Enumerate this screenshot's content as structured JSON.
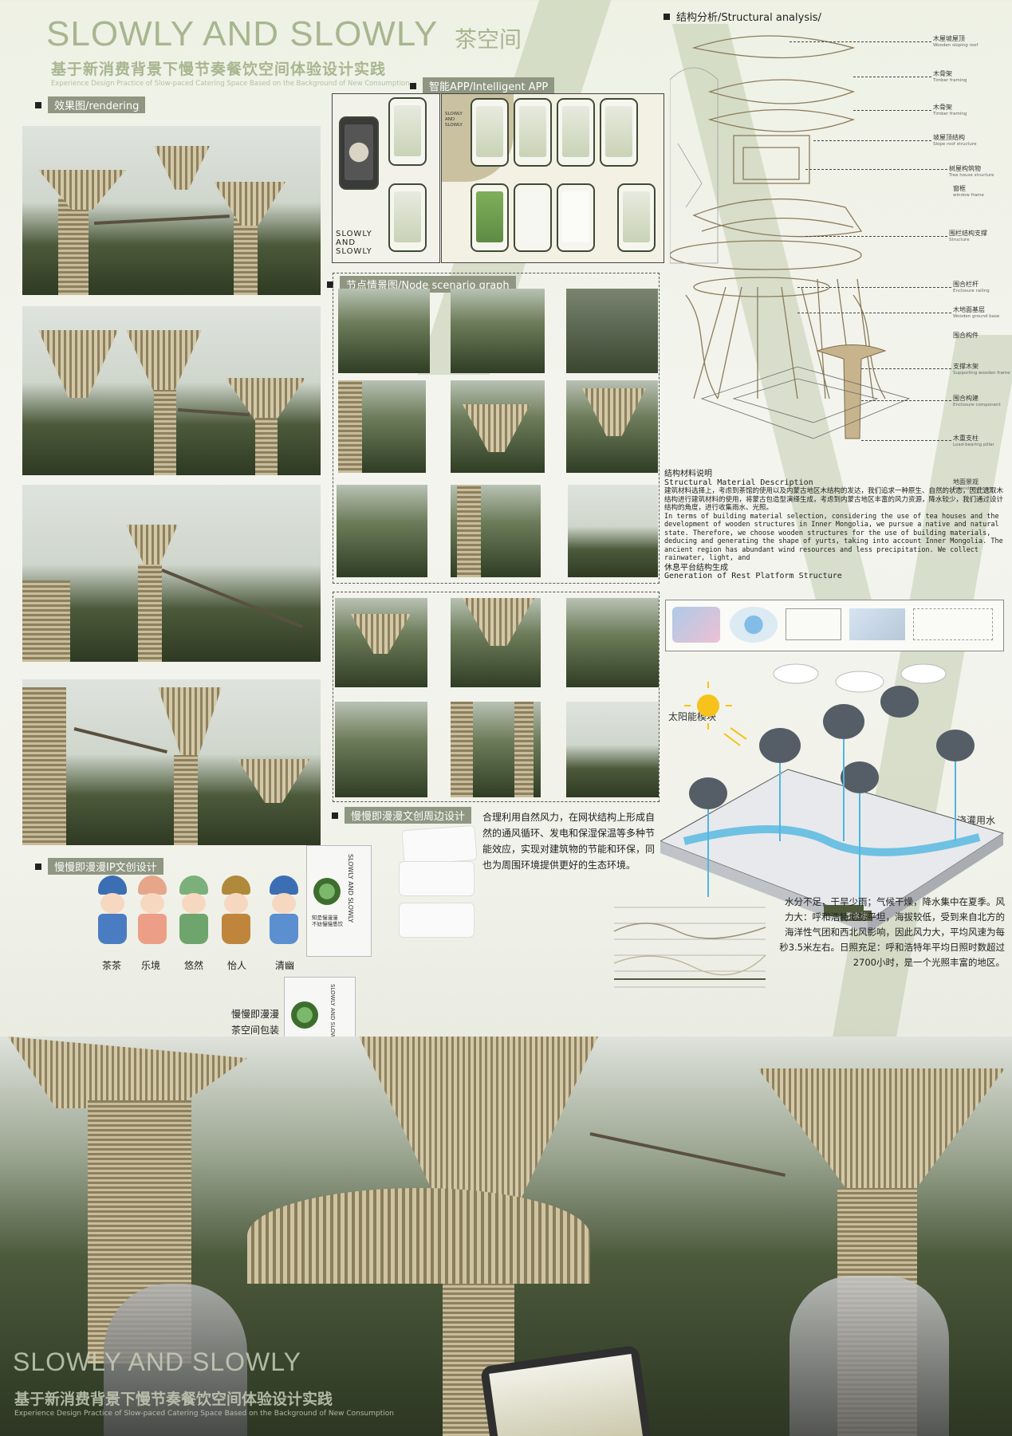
{
  "header": {
    "title_en": "SLOWLY AND SLOWLY",
    "title_cn": "茶空间",
    "subtitle_cn": "基于新消费背景下慢节奏餐饮空间体验设计实践",
    "subtitle_en": "Experience Design Practice of Slow-paced Catering Space Based on the Background of New Consumption"
  },
  "sections": {
    "rendering": "效果图/rendering",
    "app": "智能APP/Intelligent APP",
    "node": "节点情景图/Node scenario graph",
    "structure": "结构分析/Structural analysis/",
    "ip": "慢慢即漫漫IP文创设计",
    "peripheral": "慢慢即漫漫文创周边设计"
  },
  "app": {
    "phone_title_lines": [
      "SLOWLY",
      "AND",
      "SLOWLY"
    ],
    "mini_title": "SLOWLY AND SLOWLY"
  },
  "structure_labels": [
    {
      "cn": "木屋坡屋顶",
      "en": "Wooden sloping roof"
    },
    {
      "cn": "木骨架",
      "en": "Timber framing"
    },
    {
      "cn": "木骨架",
      "en": "Timber framing"
    },
    {
      "cn": "坡屋顶结构",
      "en": "Slope roof structure"
    },
    {
      "cn": "树屋构筑物",
      "en": "Tree house structure"
    },
    {
      "cn": "窗框",
      "en": "window frame"
    },
    {
      "cn": "围栏结构支撑",
      "en": "Structure"
    },
    {
      "cn": "围合栏杆",
      "en": "Enclosure railing"
    },
    {
      "cn": "木地面基层",
      "en": "Wooden ground base"
    },
    {
      "cn": "围合构件",
      "en": ""
    },
    {
      "cn": "支撑木架",
      "en": "Supporting wooden frame"
    },
    {
      "cn": "围合构建",
      "en": "Enclosure component"
    },
    {
      "cn": "木重支柱",
      "en": "Load-bearing pillar"
    },
    {
      "cn": "地面景观",
      "en": "Ground landscape"
    }
  ],
  "material": {
    "heading_cn": "结构材料说明",
    "heading_en": "Structural Material Description",
    "body_cn": "建筑材料选择上，考虑到茶馆的使用以及内蒙古地区木结构的发达，我们追求一种原生、自然的状态，因此选取木结构进行建筑材料的使用，将蒙古包造型演绎生成，考虑到内蒙古地区丰富的风力资源，降水较少，我们通过设计结构的角度，进行收集雨水、光照。",
    "body_en": "In terms of building material selection, considering the use of tea houses and the development of wooden structures in Inner Mongolia, we pursue a native and natural state. Therefore, we choose wooden structures for the use of building materials, deducing and generating the shape of yurts, taking into account Inner Mongolia. The ancient region has abundant wind resources and less precipitation. We collect rainwater, light, and",
    "gen_cn": "休息平台结构生成",
    "gen_en": "Generation of Rest Platform Structure"
  },
  "eco": {
    "solar_label": "太阳能模块",
    "water_label": "浇灌用水",
    "pool_label": "蓄水池",
    "wind_text": "合理利用自然风力，在网状结构上形成自然的通风循环、发电和保湿保温等多种节能效应，实现对建筑物的节能和环保，同也为周围环境提供更好的生态环境。",
    "climate_text": "水分不足，干旱少雨；气候干燥，降水集中在夏季。风力大：呼和浩特地势平坦，海拔较低，受到来自北方的海洋性气团和西北风影响，因此风力大，平均风速为每秒3.5米左右。日照充足：呼和浩特年平均日照时数超过2700小时，是一个光照丰富的地区。"
  },
  "ip": {
    "characters": [
      {
        "name": "茶茶",
        "hat": "#3c6eb4",
        "body": "#4a7cc2"
      },
      {
        "name": "乐境",
        "hat": "#e7a58a",
        "body": "#ec9f86"
      },
      {
        "name": "悠然",
        "hat": "#7bb07a",
        "body": "#6ea56d"
      },
      {
        "name": "怡人",
        "hat": "#b08a3a",
        "body": "#c0853d"
      },
      {
        "name": "清幽",
        "hat": "#3c6eb4",
        "body": "#5b8fd0"
      }
    ],
    "packaging_label": "慢慢即漫漫茶空间包装",
    "bag_text": "SLOWLY AND SLOWLY",
    "bag_slogan": "知是慢漫漫 不妨慢慢悉饮"
  },
  "footer": {
    "title_en": "SLOWLY AND SLOWLY",
    "subtitle_cn": "基于新消费背景下慢节奏餐饮空间体验设计实践",
    "subtitle_en": "Experience Design Practice of Slow-paced Catering Space Based on the Background of New Consumption"
  },
  "colors": {
    "title": "#a8b690",
    "label_bg": "#8f9682",
    "water": "#4fb6e0",
    "band": "#96aa78"
  }
}
